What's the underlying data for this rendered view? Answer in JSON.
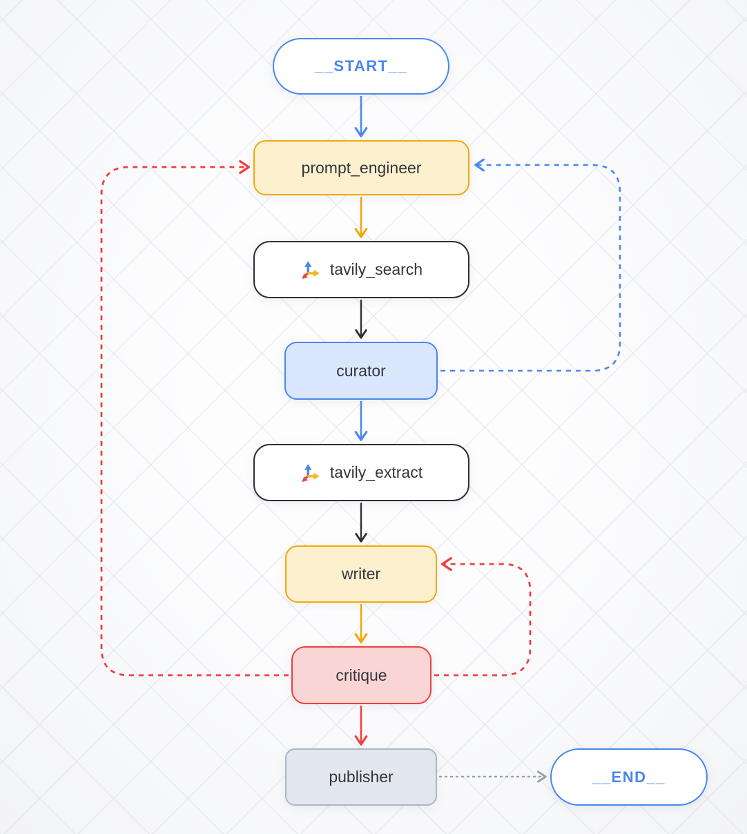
{
  "diagram": {
    "type": "flowchart",
    "nodes": [
      {
        "id": "start",
        "label": "__START__",
        "kind": "terminal",
        "fill": "#ffffff",
        "border": "#4a87ee"
      },
      {
        "id": "prompt_engineer",
        "label": "prompt_engineer",
        "kind": "agent",
        "fill": "#fcf0ce",
        "border": "#f2a70f"
      },
      {
        "id": "tavily_search",
        "label": "tavily_search",
        "kind": "tool",
        "icon": "tavily-icon",
        "fill": "#ffffff",
        "border": "#2e3033"
      },
      {
        "id": "curator",
        "label": "curator",
        "kind": "agent",
        "fill": "#d9e6fc",
        "border": "#4a87ee"
      },
      {
        "id": "tavily_extract",
        "label": "tavily_extract",
        "kind": "tool",
        "icon": "tavily-icon",
        "fill": "#ffffff",
        "border": "#2e3033"
      },
      {
        "id": "writer",
        "label": "writer",
        "kind": "agent",
        "fill": "#fcf0ce",
        "border": "#f2a70f"
      },
      {
        "id": "critique",
        "label": "critique",
        "kind": "agent",
        "fill": "#fad5d5",
        "border": "#f23e3e"
      },
      {
        "id": "publisher",
        "label": "publisher",
        "kind": "agent",
        "fill": "#e3e7ee",
        "border": "#aeb6c2"
      },
      {
        "id": "end",
        "label": "__END__",
        "kind": "terminal",
        "fill": "#ffffff",
        "border": "#4a87ee"
      }
    ],
    "edges": [
      {
        "from": "start",
        "to": "prompt_engineer",
        "style": "solid",
        "color": "#4a87ee"
      },
      {
        "from": "prompt_engineer",
        "to": "tavily_search",
        "style": "solid",
        "color": "#f2a70f"
      },
      {
        "from": "tavily_search",
        "to": "curator",
        "style": "solid",
        "color": "#2e3033"
      },
      {
        "from": "curator",
        "to": "tavily_extract",
        "style": "solid",
        "color": "#4a87ee"
      },
      {
        "from": "tavily_extract",
        "to": "writer",
        "style": "solid",
        "color": "#2e3033"
      },
      {
        "from": "writer",
        "to": "critique",
        "style": "solid",
        "color": "#f2a70f"
      },
      {
        "from": "critique",
        "to": "publisher",
        "style": "solid",
        "color": "#f23e3e"
      },
      {
        "from": "publisher",
        "to": "end",
        "style": "dotted",
        "color": "#9aa0a6"
      },
      {
        "from": "curator",
        "to": "prompt_engineer",
        "style": "dashed",
        "color": "#4a87ee",
        "route": "right-loop"
      },
      {
        "from": "critique",
        "to": "writer",
        "style": "dashed",
        "color": "#f23e3e",
        "route": "right-loop"
      },
      {
        "from": "critique",
        "to": "prompt_engineer",
        "style": "dashed",
        "color": "#f23e3e",
        "route": "left-loop"
      }
    ],
    "colors": {
      "blue": "#4a87ee",
      "amber": "#f2a70f",
      "red": "#f23e3e",
      "dark": "#2e3033",
      "gray": "#9aa0a6",
      "tavily_icon_blue": "#4a87ee",
      "tavily_icon_yellow": "#f4b62a",
      "tavily_icon_red": "#ea4a46"
    }
  }
}
